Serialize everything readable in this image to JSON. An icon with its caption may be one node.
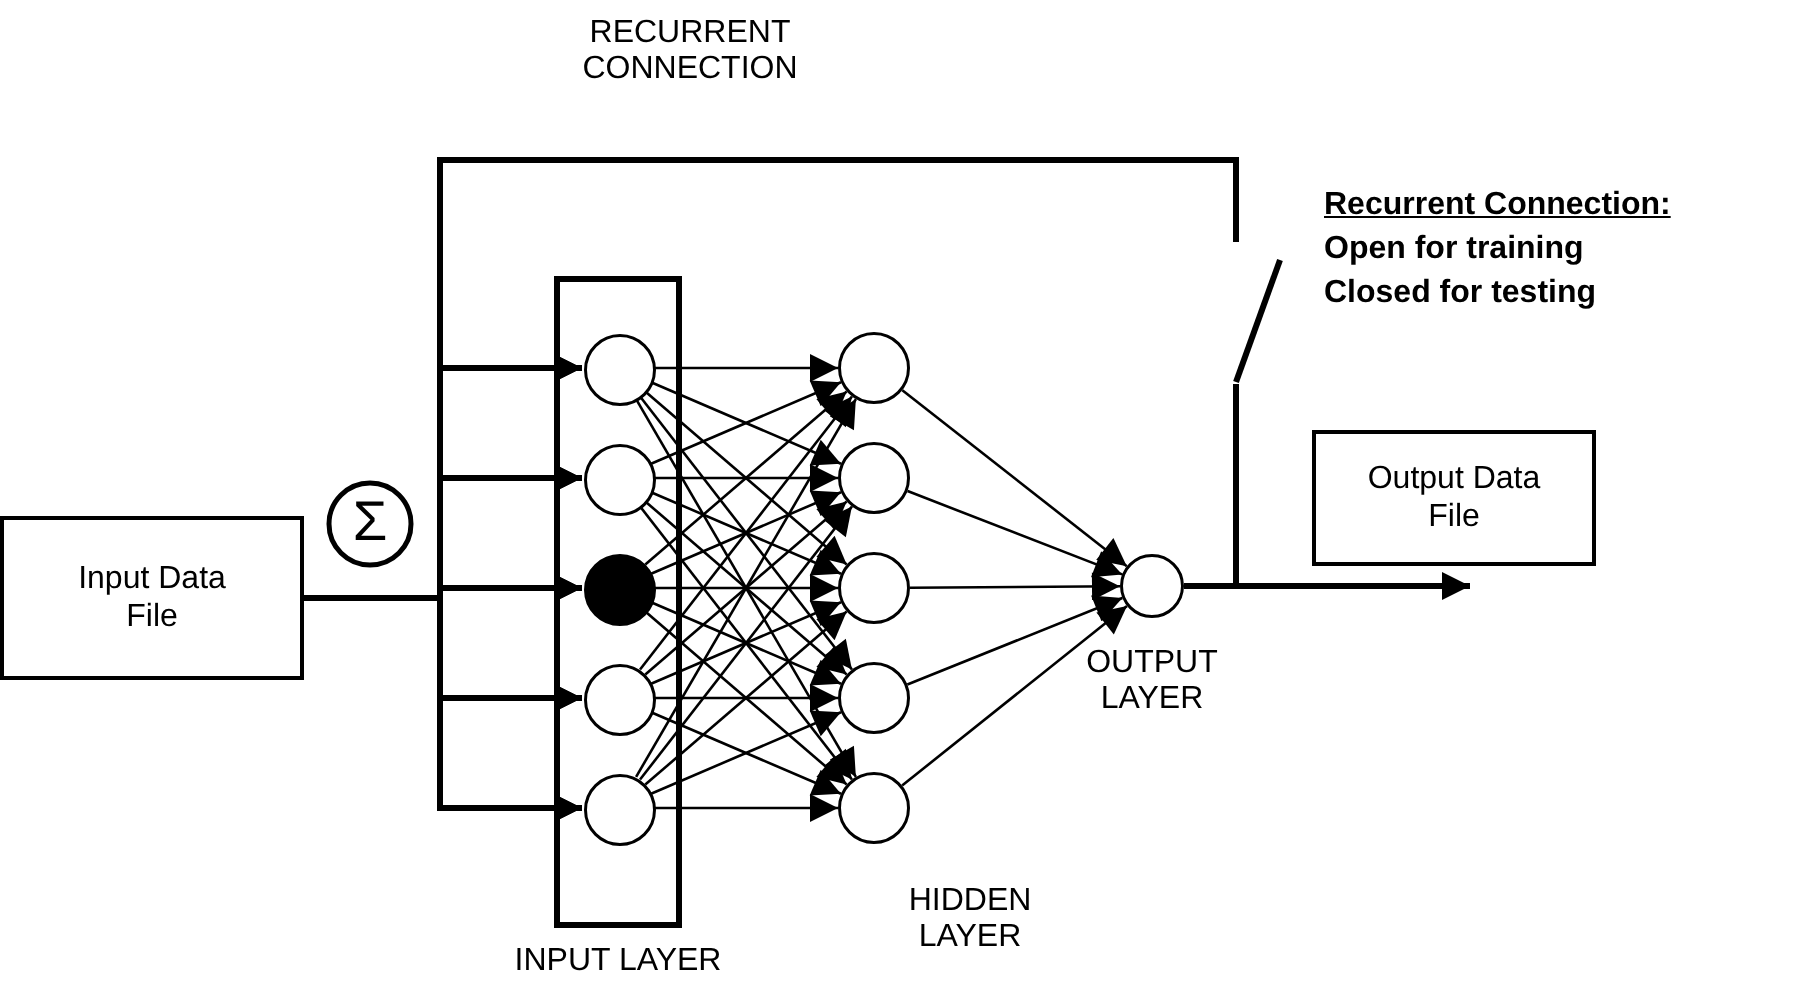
{
  "diagram": {
    "nodes": [
      {
        "text": [
          "Input Data File"
        ]
      },
      {
        "text": [
          "Σ"
        ]
      },
      {
        "text": [
          "INPUT LAYER"
        ]
      },
      {
        "text": [],
        "shape": "circle",
        "in": 2
      },
      {
        "text": [],
        "shape": "circle",
        "in": 2
      },
      {
        "text": [],
        "shape": "circle",
        "in": 2
      },
      {
        "text": [],
        "shape": "circle",
        "in": 2
      },
      {
        "text": [],
        "shape": "circle",
        "in": 2
      },
      {
        "text": [],
        "shape": "circle"
      },
      {
        "text": [],
        "shape": "circle"
      },
      {
        "text": [],
        "shape": "circle"
      },
      {
        "text": [],
        "shape": "circle"
      },
      {
        "text": [],
        "shape": "circle"
      },
      {
        "text": [],
        "shape": "circle",
        "beside": [
          "OUTPUT LAYER"
        ]
      },
      {
        "text": [
          "Output Data File"
        ]
      },
      {
        "text": [],
        "shape": "switch"
      }
    ],
    "edges": [
      {
        "from": 0,
        "to": 3,
        "arrow": "to",
        "style": "thick"
      },
      {
        "from": 0,
        "to": 4,
        "arrow": "to",
        "style": "thick"
      },
      {
        "from": 0,
        "to": 5,
        "arrow": "to",
        "style": "thick"
      },
      {
        "from": 0,
        "to": 6,
        "arrow": "to",
        "style": "thick"
      },
      {
        "from": 0,
        "to": 7,
        "arrow": "to",
        "style": "thick"
      },
      {
        "from": 13,
        "to": 15,
        "arrow": "none",
        "style": "thick"
      },
      {
        "from": 15,
        "to": 3,
        "arrow": "to",
        "style": "thick"
      },
      {
        "from": 15,
        "to": 4,
        "arrow": "to",
        "style": "thick"
      },
      {
        "from": 15,
        "to": 5,
        "arrow": "to",
        "style": "thick"
      },
      {
        "from": 15,
        "to": 6,
        "arrow": "to",
        "style": "thick"
      },
      {
        "from": 15,
        "to": 7,
        "arrow": "to",
        "style": "thick"
      },
      {
        "from": 3,
        "to": 8,
        "arrow": "to"
      },
      {
        "from": 3,
        "to": 9,
        "arrow": "to"
      },
      {
        "from": 3,
        "to": 10,
        "arrow": "to"
      },
      {
        "from": 3,
        "to": 11,
        "arrow": "to"
      },
      {
        "from": 3,
        "to": 12,
        "arrow": "to"
      },
      {
        "from": 4,
        "to": 8,
        "arrow": "to"
      },
      {
        "from": 4,
        "to": 9,
        "arrow": "to"
      },
      {
        "from": 4,
        "to": 10,
        "arrow": "to"
      },
      {
        "from": 4,
        "to": 11,
        "arrow": "to"
      },
      {
        "from": 4,
        "to": 12,
        "arrow": "to"
      },
      {
        "from": 5,
        "to": 8,
        "arrow": "to"
      },
      {
        "from": 5,
        "to": 9,
        "arrow": "to"
      },
      {
        "from": 5,
        "to": 10,
        "arrow": "to"
      },
      {
        "from": 5,
        "to": 11,
        "arrow": "to"
      },
      {
        "from": 5,
        "to": 12,
        "arrow": "to"
      },
      {
        "from": 6,
        "to": 8,
        "arrow": "to"
      },
      {
        "from": 6,
        "to": 9,
        "arrow": "to"
      },
      {
        "from": 6,
        "to": 10,
        "arrow": "to"
      },
      {
        "from": 6,
        "to": 11,
        "arrow": "to"
      },
      {
        "from": 6,
        "to": 12,
        "arrow": "to"
      },
      {
        "from": 7,
        "to": 8,
        "arrow": "to"
      },
      {
        "from": 7,
        "to": 9,
        "arrow": "to"
      },
      {
        "from": 7,
        "to": 10,
        "arrow": "to"
      },
      {
        "from": 7,
        "to": 11,
        "arrow": "to"
      },
      {
        "from": 7,
        "to": 12,
        "arrow": "to"
      },
      {
        "from": 8,
        "to": 13,
        "arrow": "to"
      },
      {
        "from": 9,
        "to": 13,
        "arrow": "to"
      },
      {
        "from": 10,
        "to": 13,
        "arrow": "to"
      },
      {
        "from": 11,
        "to": 13,
        "arrow": "to"
      },
      {
        "from": 12,
        "to": 13,
        "arrow": "to"
      },
      {
        "from": 13,
        "to": 14,
        "arrow": "to",
        "style": "thick"
      }
    ],
    "labels": [
      "RECURRENT CONNECTION",
      "Recurrent Connection:",
      "Open for training",
      "Closed for testing",
      "HIDDEN LAYER"
    ]
  }
}
